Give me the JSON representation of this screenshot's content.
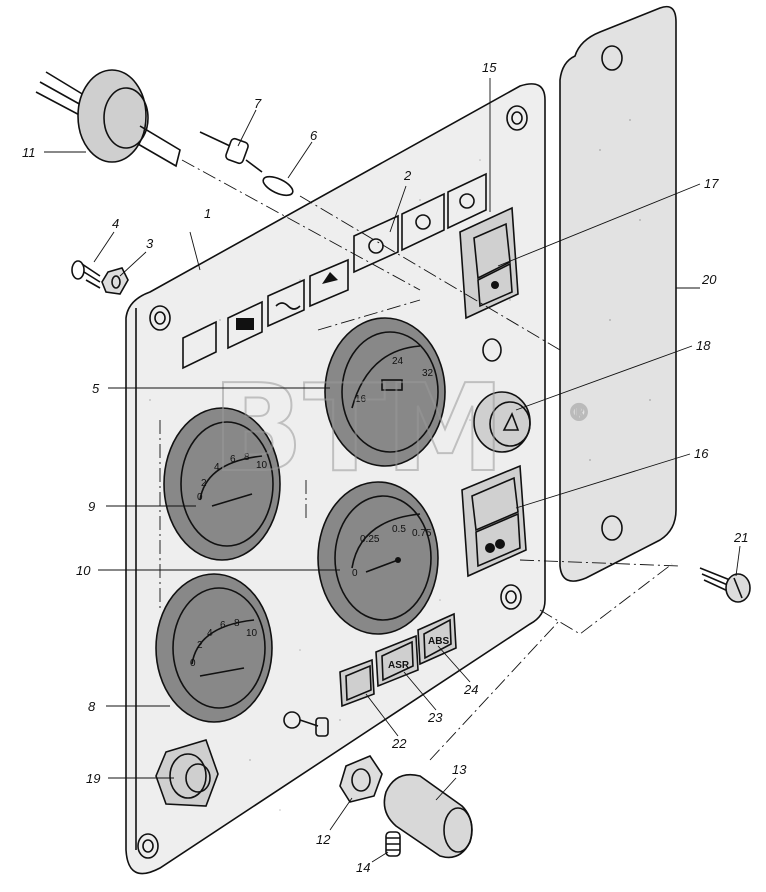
{
  "callouts": [
    {
      "id": "c1",
      "text": "1"
    },
    {
      "id": "c2",
      "text": "2"
    },
    {
      "id": "c3",
      "text": "3"
    },
    {
      "id": "c4",
      "text": "4"
    },
    {
      "id": "c5",
      "text": "5"
    },
    {
      "id": "c6",
      "text": "6"
    },
    {
      "id": "c7",
      "text": "7"
    },
    {
      "id": "c8",
      "text": "8"
    },
    {
      "id": "c9",
      "text": "9"
    },
    {
      "id": "c10",
      "text": "10"
    },
    {
      "id": "c11",
      "text": "11"
    },
    {
      "id": "c12",
      "text": "12"
    },
    {
      "id": "c13",
      "text": "13"
    },
    {
      "id": "c14",
      "text": "14"
    },
    {
      "id": "c15",
      "text": "15"
    },
    {
      "id": "c16",
      "text": "16"
    },
    {
      "id": "c17",
      "text": "17"
    },
    {
      "id": "c18",
      "text": "18"
    },
    {
      "id": "c19",
      "text": "19"
    },
    {
      "id": "c20",
      "text": "20"
    },
    {
      "id": "c21",
      "text": "21"
    },
    {
      "id": "c22",
      "text": "22"
    },
    {
      "id": "c23",
      "text": "23"
    },
    {
      "id": "c24",
      "text": "24"
    }
  ],
  "buttons": {
    "asr": "ASR",
    "abs": "ABS"
  },
  "gauges": {
    "g5": {
      "scale": [
        "16",
        "24",
        "32"
      ]
    },
    "g9": {
      "scale": [
        "0",
        "2",
        "4",
        "6",
        "8",
        "10"
      ]
    },
    "g8": {
      "scale": [
        "0",
        "2",
        "4",
        "6",
        "8",
        "10"
      ]
    },
    "g10": {
      "scale": [
        "0",
        "0.25",
        "0.5",
        "0.75"
      ]
    }
  },
  "watermark": {
    "text": "BTM",
    "mark": "®"
  }
}
